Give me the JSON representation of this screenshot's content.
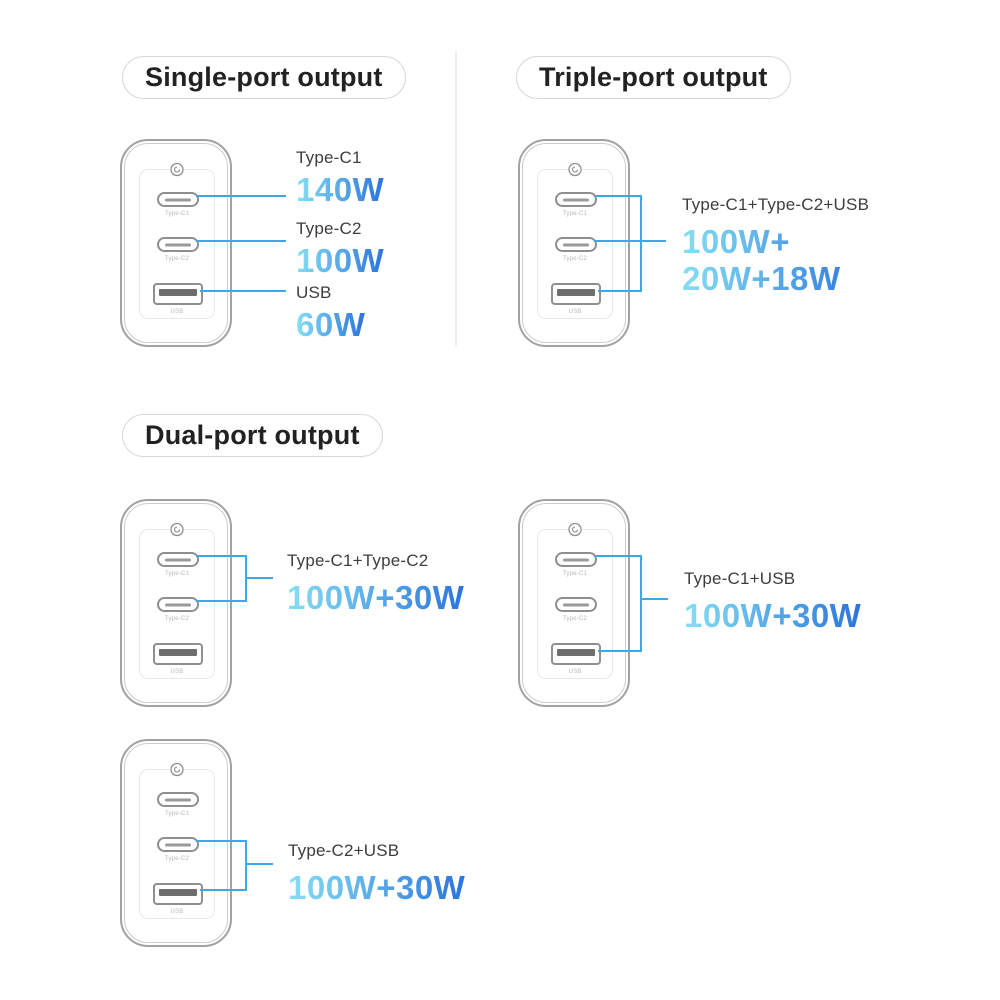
{
  "page": {
    "background": "#ffffff"
  },
  "colors": {
    "connector_blue": "#3fa6e8",
    "power_gradient_start": "#86dff3",
    "power_gradient_end": "#2b74de",
    "header_text": "#222222",
    "combo_label_text": "#3d3d3d",
    "port_label_gray": "#b8b8b8"
  },
  "sections": {
    "single": {
      "title": "Single-port output",
      "rows": [
        {
          "port": "Type-C1",
          "power": "140W"
        },
        {
          "port": "Type-C2",
          "power": "100W"
        },
        {
          "port": "USB",
          "power": "60W"
        }
      ]
    },
    "triple": {
      "title": "Triple-port output",
      "combo": "Type-C1+Type-C2+USB",
      "power_line1": "100W+",
      "power_line2": "20W+18W"
    },
    "dual": {
      "title": "Dual-port output",
      "combos": [
        {
          "ports": "Type-C1+Type-C2",
          "power": "100W+30W"
        },
        {
          "ports": "Type-C1+USB",
          "power": "100W+30W"
        },
        {
          "ports": "Type-C2+USB",
          "power": "100W+30W"
        }
      ]
    }
  },
  "charger": {
    "port1_label": "Type-C1",
    "port2_label": "Type-C2",
    "port3_label": "USB"
  }
}
